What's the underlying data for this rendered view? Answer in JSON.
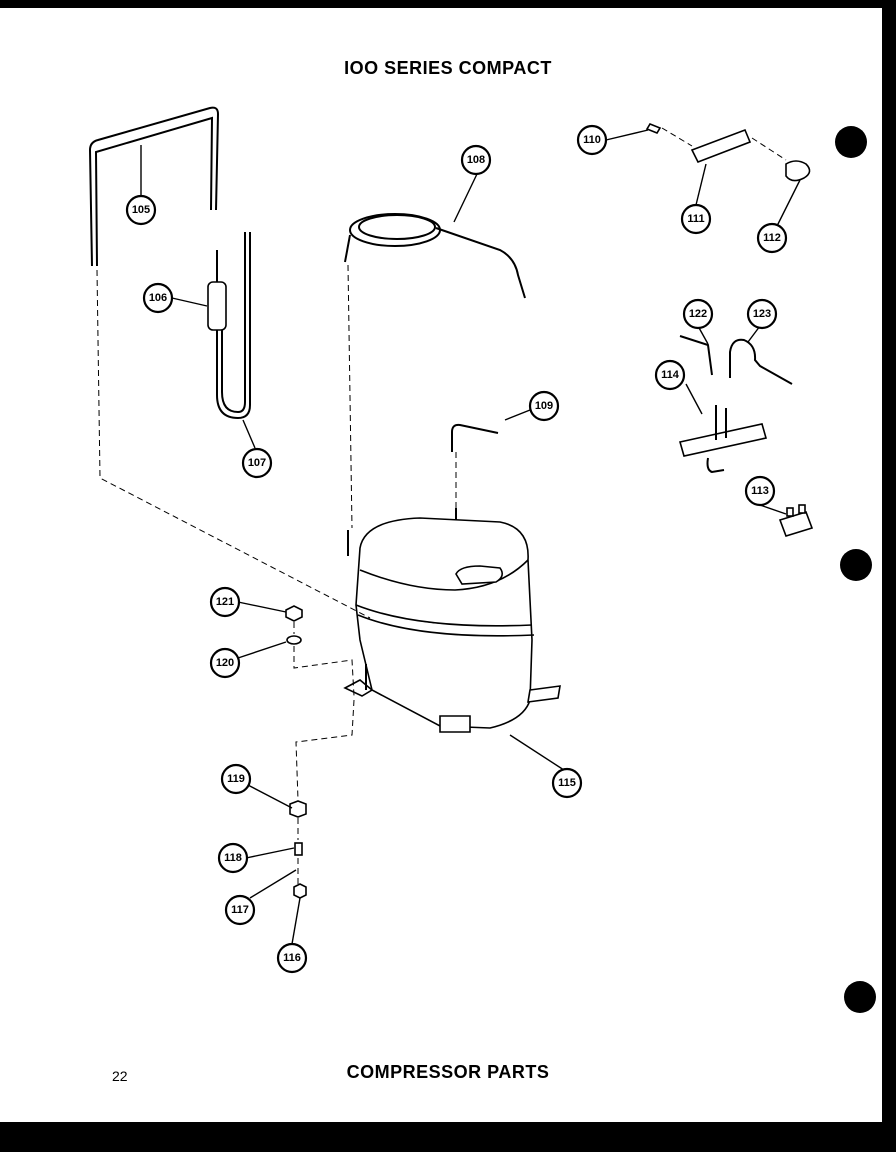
{
  "header": {
    "title": "IOO SERIES COMPACT"
  },
  "footer": {
    "page_number": "22",
    "title": "COMPRESSOR PARTS"
  },
  "callouts": {
    "c105": "105",
    "c106": "106",
    "c107": "107",
    "c108": "108",
    "c109": "109",
    "c110": "110",
    "c111": "111",
    "c112": "112",
    "c113": "113",
    "c114": "114",
    "c115": "115",
    "c116": "116",
    "c117": "117",
    "c118": "118",
    "c119": "119",
    "c120": "120",
    "c121": "121",
    "c122": "122",
    "c123": "123"
  }
}
